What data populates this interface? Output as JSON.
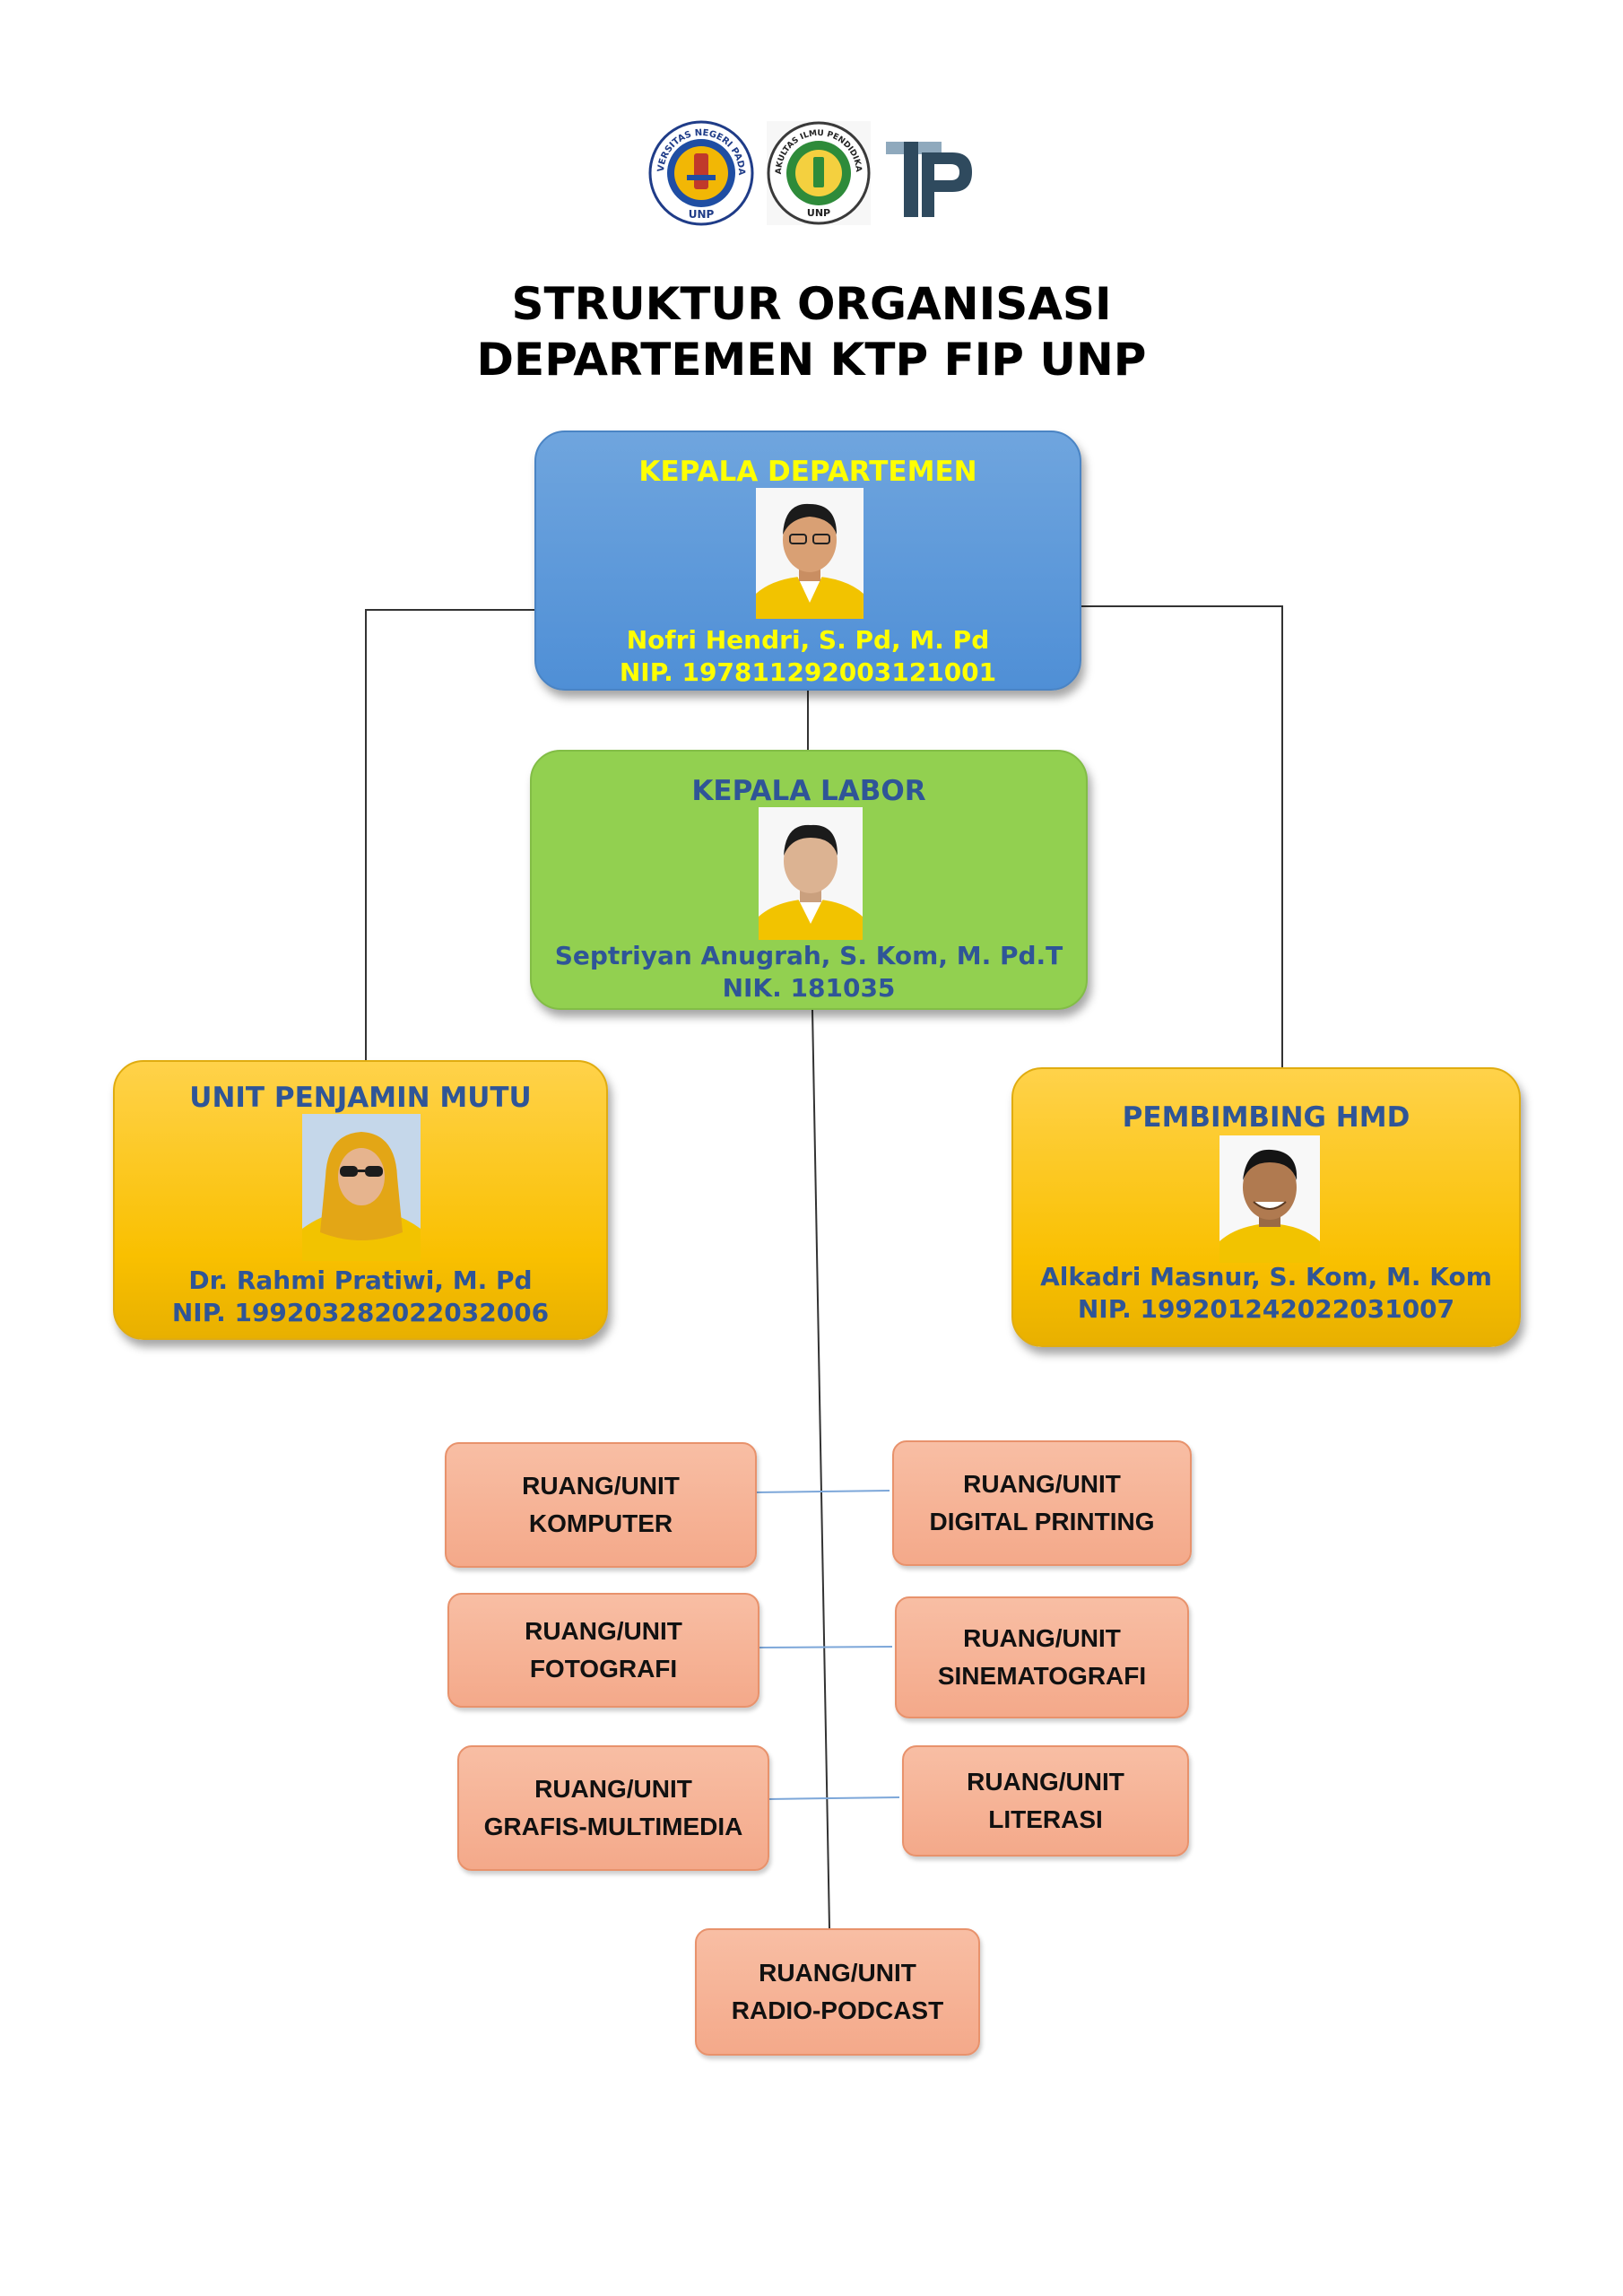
{
  "logos": {
    "unp_top": "UNIVERSITAS NEGERI PADANG",
    "unp_bottom": "UNP",
    "fip_top": "FAKULTAS ILMU PENDIDIKAN",
    "fip_bottom": "UNP",
    "tp_mark": "TP"
  },
  "title": {
    "line1": "STRUKTUR ORGANISASI",
    "line2": "DEPARTEMEN KTP FIP UNP"
  },
  "head": {
    "role": "KEPALA DEPARTEMEN",
    "name": "Nofri Hendri, S. Pd, M. Pd",
    "id": "NIP. 197811292003121001"
  },
  "labor": {
    "role": "KEPALA LABOR",
    "name": "Septriyan Anugrah, S. Kom, M. Pd.T",
    "id": "NIK. 181035"
  },
  "mutu": {
    "role": "UNIT PENJAMIN MUTU",
    "name": "Dr. Rahmi Pratiwi, M. Pd",
    "id": "NIP. 199203282022032006"
  },
  "hmd": {
    "role": "PEMBIMBING HMD",
    "name": "Alkadri Masnur, S. Kom, M. Kom",
    "id": "NIP. 199201242022031007"
  },
  "units": [
    {
      "line1": "RUANG/UNIT",
      "line2": "KOMPUTER"
    },
    {
      "line1": "RUANG/UNIT",
      "line2": "DIGITAL PRINTING"
    },
    {
      "line1": "RUANG/UNIT",
      "line2": "FOTOGRAFI"
    },
    {
      "line1": "RUANG/UNIT",
      "line2": "SINEMATOGRAFI"
    },
    {
      "line1": "RUANG/UNIT",
      "line2": "GRAFIS-MULTIMEDIA"
    },
    {
      "line1": "RUANG/UNIT",
      "line2": "LITERASI"
    },
    {
      "line1": "RUANG/UNIT",
      "line2": "RADIO-PODCAST"
    }
  ],
  "colors": {
    "head_bg": "#5b9bd5",
    "head_text": "#ffff00",
    "labor_bg": "#92d050",
    "labor_text": "#2f5597",
    "gold_bg": "#ffc000",
    "gold_text": "#2f5597",
    "unit_bg": "#f4b183"
  }
}
